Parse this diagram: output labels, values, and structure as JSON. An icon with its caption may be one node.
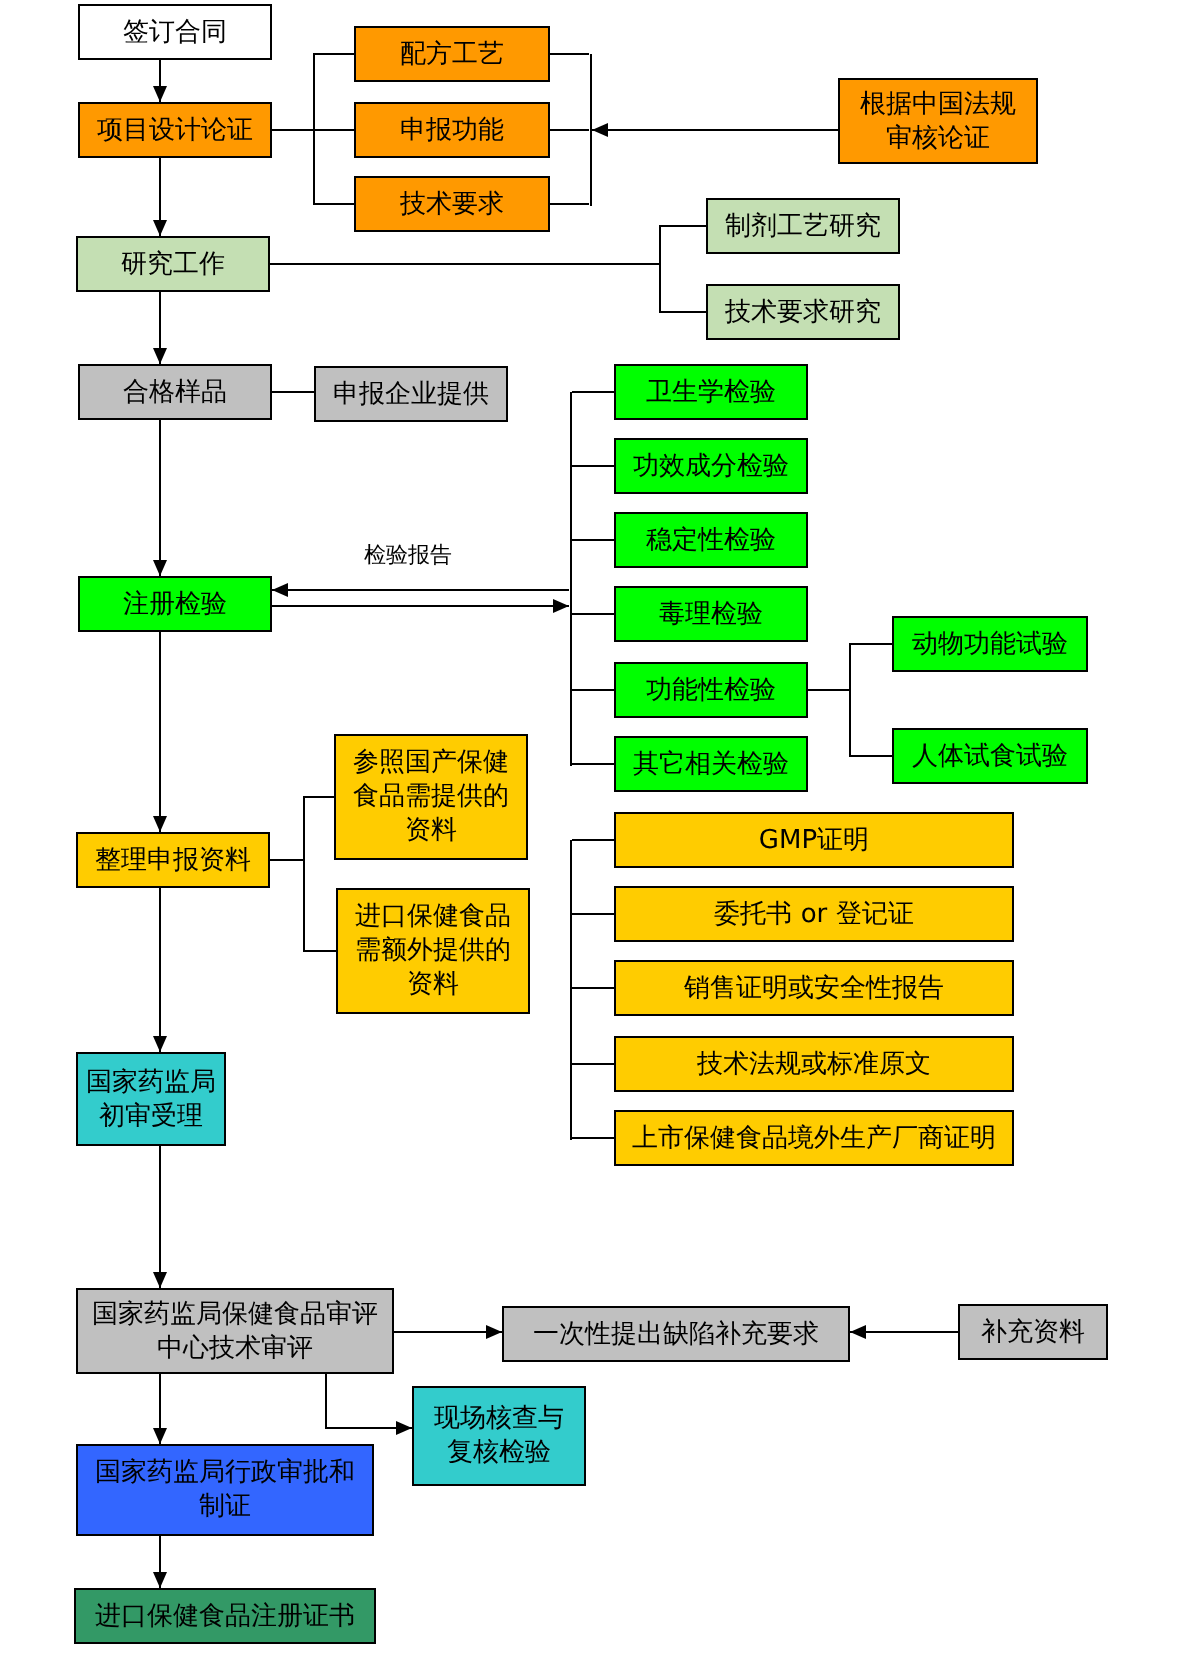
{
  "diagram": {
    "nodes": [
      {
        "text": [
          "签订合同"
        ]
      },
      {
        "text": [
          "项目设计论证"
        ]
      },
      {
        "text": [
          "配方工艺"
        ]
      },
      {
        "text": [
          "申报功能"
        ]
      },
      {
        "text": [
          "技术要求"
        ]
      },
      {
        "text": [
          "根据中国法规审核论证"
        ]
      },
      {
        "text": [
          "研究工作"
        ]
      },
      {
        "text": [
          "制剂工艺研究"
        ]
      },
      {
        "text": [
          "技术要求研究"
        ]
      },
      {
        "text": [
          "合格样品"
        ]
      },
      {
        "text": [
          "申报企业提供"
        ]
      },
      {
        "text": [
          "卫生学检验"
        ]
      },
      {
        "text": [
          "功效成分检验"
        ]
      },
      {
        "text": [
          "稳定性检验"
        ]
      },
      {
        "text": [
          "毒理检验"
        ]
      },
      {
        "text": [
          "功能性检验"
        ]
      },
      {
        "text": [
          "其它相关检验"
        ]
      },
      {
        "text": [
          "动物功能试验"
        ]
      },
      {
        "text": [
          "人体试食试验"
        ]
      },
      {
        "text": [
          "注册检验"
        ]
      },
      {
        "text": [
          "参照国产保健食品需提供的资料"
        ]
      },
      {
        "text": [
          "进口保健食品需额外提供的资料"
        ]
      },
      {
        "text": [
          "整理申报资料"
        ]
      },
      {
        "text": [
          "GMP证明"
        ]
      },
      {
        "text": [
          "委托书 or 登记证"
        ]
      },
      {
        "text": [
          "销售证明或安全性报告"
        ]
      },
      {
        "text": [
          "技术法规或标准原文"
        ]
      },
      {
        "text": [
          "上市保健食品境外生产厂商证明"
        ]
      },
      {
        "text": [
          "国家药监局初审受理"
        ]
      },
      {
        "text": [
          "国家药监局保健食品审评中心技术审评"
        ]
      },
      {
        "text": [
          "一次性提出缺陷补充要求"
        ]
      },
      {
        "text": [
          "补充资料"
        ]
      },
      {
        "text": [
          "现场核查与复核检验"
        ]
      },
      {
        "text": [
          "国家药监局行政审批和制证"
        ]
      },
      {
        "text": [
          "进口保健食品注册证书"
        ]
      },
      {
        "text": [],
        "shape": "bar"
      },
      {
        "text": [],
        "shape": "bar"
      },
      {
        "text": [],
        "shape": "bar"
      }
    ],
    "edges": [
      {
        "from": 0,
        "to": 1,
        "arrow": "to"
      },
      {
        "from": 1,
        "to": 6,
        "arrow": "to"
      },
      {
        "from": 6,
        "to": 9,
        "arrow": "to"
      },
      {
        "from": 9,
        "to": 19,
        "arrow": "to"
      },
      {
        "from": 19,
        "to": 22,
        "arrow": "to"
      },
      {
        "from": 22,
        "to": 28,
        "arrow": "to"
      },
      {
        "from": 28,
        "to": 29,
        "arrow": "to"
      },
      {
        "from": 29,
        "to": 33,
        "arrow": "to"
      },
      {
        "from": 33,
        "to": 34,
        "arrow": "to"
      },
      {
        "from": 1,
        "to": 2,
        "arrow": "none"
      },
      {
        "from": 1,
        "to": 3,
        "arrow": "none"
      },
      {
        "from": 1,
        "to": 4,
        "arrow": "none"
      },
      {
        "from": 5,
        "to": 35,
        "arrow": "to"
      },
      {
        "from": 35,
        "to": 2,
        "arrow": "none"
      },
      {
        "from": 35,
        "to": 3,
        "arrow": "none"
      },
      {
        "from": 35,
        "to": 4,
        "arrow": "none"
      },
      {
        "from": 6,
        "to": 7,
        "arrow": "none"
      },
      {
        "from": 6,
        "to": 8,
        "arrow": "none"
      },
      {
        "from": 9,
        "to": 10,
        "arrow": "none"
      },
      {
        "from": 19,
        "to": 36,
        "arrow": "to"
      },
      {
        "from": 36,
        "to": 19,
        "arrow": "to",
        "label": "检验报告"
      },
      {
        "from": 36,
        "to": 11,
        "arrow": "none"
      },
      {
        "from": 36,
        "to": 12,
        "arrow": "none"
      },
      {
        "from": 36,
        "to": 13,
        "arrow": "none"
      },
      {
        "from": 36,
        "to": 14,
        "arrow": "none"
      },
      {
        "from": 36,
        "to": 15,
        "arrow": "none"
      },
      {
        "from": 36,
        "to": 16,
        "arrow": "none"
      },
      {
        "from": 15,
        "to": 17,
        "arrow": "none"
      },
      {
        "from": 15,
        "to": 18,
        "arrow": "none"
      },
      {
        "from": 22,
        "to": 20,
        "arrow": "none"
      },
      {
        "from": 22,
        "to": 21,
        "arrow": "none"
      },
      {
        "from": 29,
        "to": 30,
        "arrow": "to"
      },
      {
        "from": 31,
        "to": 30,
        "arrow": "to"
      },
      {
        "from": 29,
        "to": 32,
        "arrow": "to"
      },
      {
        "from": 37,
        "to": 23,
        "arrow": "none"
      },
      {
        "from": 37,
        "to": 24,
        "arrow": "none"
      },
      {
        "from": 37,
        "to": 25,
        "arrow": "none"
      },
      {
        "from": 37,
        "to": 26,
        "arrow": "none"
      },
      {
        "from": 37,
        "to": 27,
        "arrow": "none"
      }
    ]
  }
}
